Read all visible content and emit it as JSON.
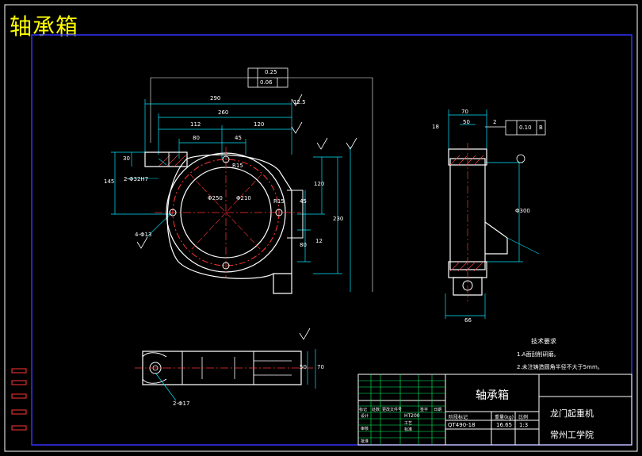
{
  "drawing": {
    "title": "轴承箱"
  },
  "dims": {
    "top_overall": "290",
    "top_mid": "260",
    "top_left": "112",
    "top_right": "120",
    "top_80": "80",
    "top_45": "45",
    "left_30": "30",
    "left_145": "145",
    "hole_note": "2-Φ32H7",
    "hole_note_b": "4-Φ13",
    "dia_250": "Φ250",
    "dia_210": "Φ210",
    "r15": "R15",
    "r15b": "R15",
    "right_120": "120",
    "right_230": "230",
    "right_45": "45",
    "right_12": "12",
    "right_80": "80",
    "rough": "12.5",
    "side_70": "70",
    "side_50": "50",
    "side_18": "18",
    "side_2": "2",
    "side_66": "66",
    "side_dia": "Φ300",
    "tol_a": "0.25",
    "tol_b": "0.06",
    "tol_c": "0.10",
    "datum": "B",
    "bottom_50": "50",
    "bottom_70": "70",
    "bottom_hole": "2-Φ17"
  },
  "notes": {
    "heading": "技术要求",
    "line1": "1.A面刮削研磨。",
    "line2": "2.未注铸造圆角半径不大于5mm。"
  },
  "title_block": {
    "part_name": "轴承箱",
    "drawing_no": "QT490-18",
    "weight": "16.65",
    "scale": "1:3",
    "project": "龙门起重机",
    "school": "常州工学院",
    "col_labels": [
      "标记",
      "处数",
      "更改文件号",
      "签字",
      "日期"
    ],
    "row_labels": [
      "设计",
      "审核",
      "工艺",
      "标准",
      "批准"
    ],
    "stage_label": "阶段标记",
    "weight_label": "重量(kg)",
    "scale_label": "比例",
    "material_label": "HT200"
  }
}
